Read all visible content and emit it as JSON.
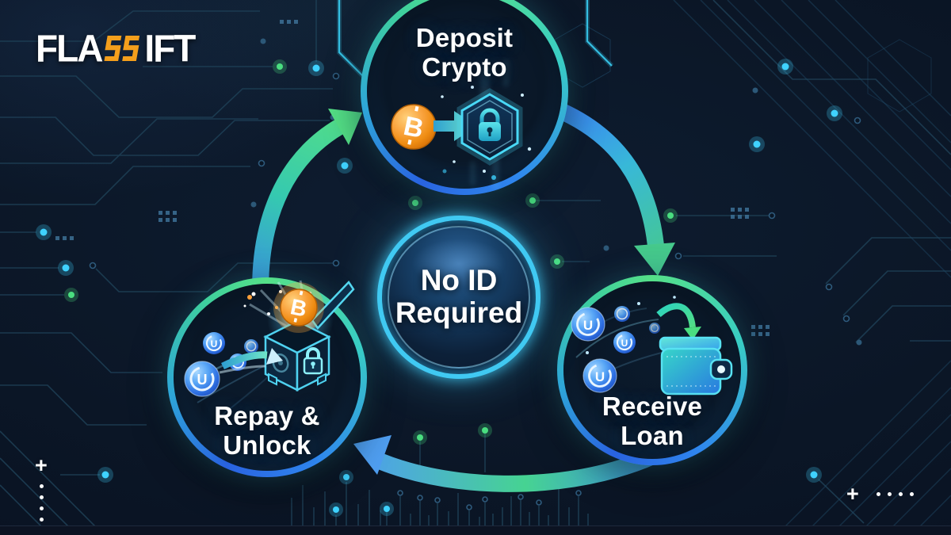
{
  "brand": {
    "logo_part1": "FLA",
    "logo_part2": "IFT",
    "glyph_letters": "SH",
    "glyph_color": "#f49f1c"
  },
  "center_badge": {
    "label": "No ID Required"
  },
  "steps": [
    {
      "id": "deposit",
      "label": "Deposit Crypto",
      "icons": [
        "bitcoin-coin-icon",
        "arrow-right-icon",
        "hexagon-lock-icon"
      ]
    },
    {
      "id": "receive",
      "label": "Receive Loan",
      "icons": [
        "stablecoin-coin-icon",
        "curved-arrow-down-icon",
        "wallet-icon"
      ]
    },
    {
      "id": "repay",
      "label": "Repay & Unlock",
      "icons": [
        "stablecoin-coin-icon",
        "arrow-right-icon",
        "open-vault-icon",
        "bitcoin-coin-icon"
      ]
    }
  ],
  "glyphs": {
    "bitcoin": "B",
    "stablecoin": "U",
    "plus": "+"
  },
  "colors": {
    "background": "#0b1626",
    "ring_green": "#55e088",
    "ring_blue": "#2f6ff0",
    "badge_cyan": "#40c9f2",
    "bitcoin_orange": "#f7931a",
    "coin_blue": "#3b82f6",
    "arrow_green": "#4ade80",
    "arrow_blue": "#3b82f6",
    "text_white": "#ffffff"
  }
}
